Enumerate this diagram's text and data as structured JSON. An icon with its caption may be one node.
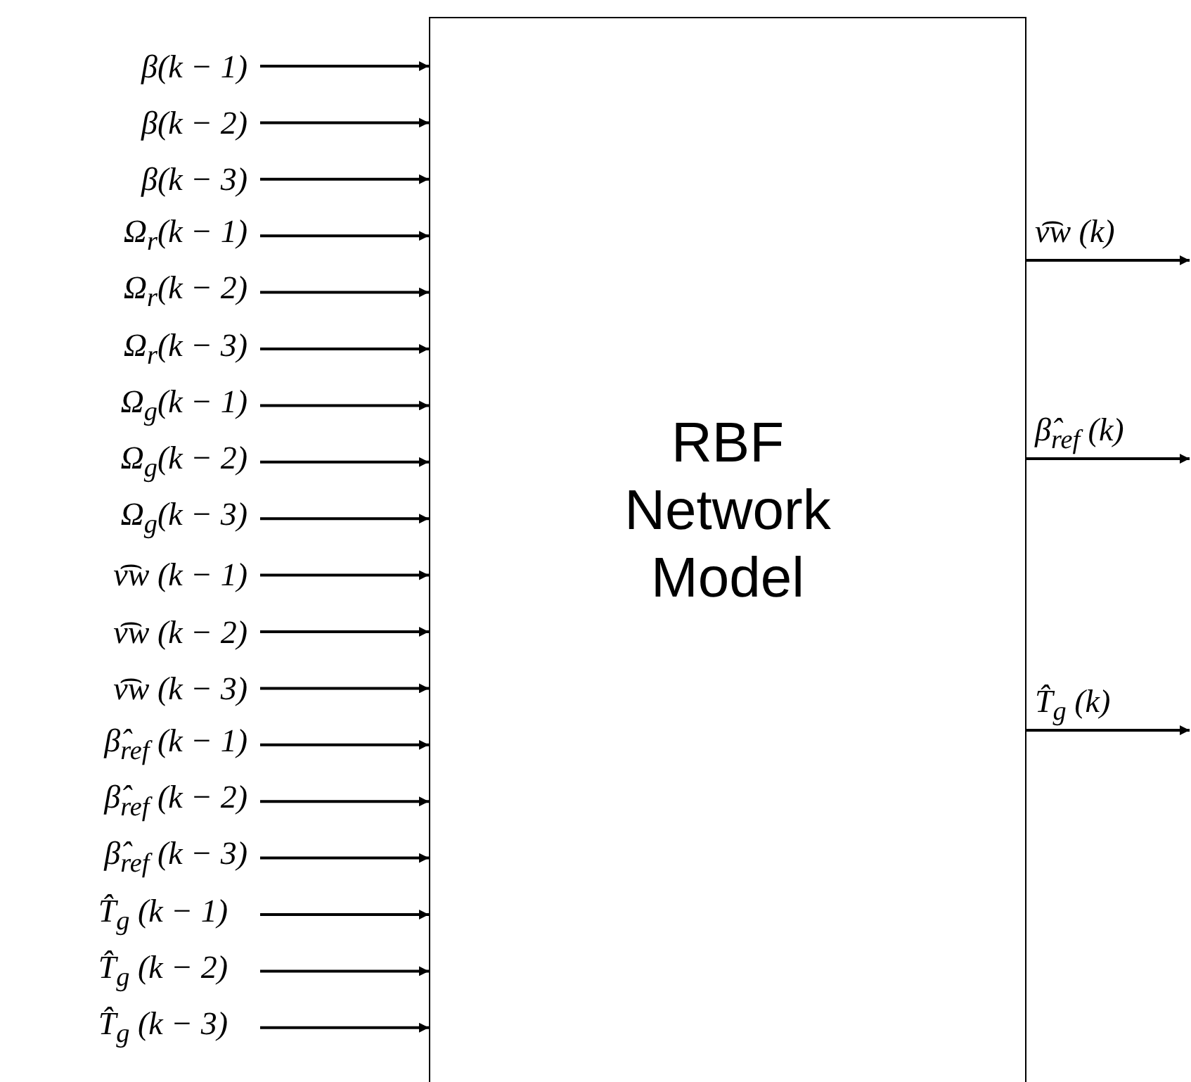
{
  "diagram": {
    "nodes": [
      {
        "text": [
          "RBF Network Model"
        ]
      },
      {
        "text": [
          "β(k − 1)"
        ]
      },
      {
        "text": [
          "β(k − 2)"
        ]
      },
      {
        "text": [
          "β(k − 3)"
        ]
      },
      {
        "text": [
          "Ω$_{r}$(k − 1)"
        ]
      },
      {
        "text": [
          "Ω$_{r}$(k − 2)"
        ]
      },
      {
        "text": [
          "Ω$_{r}$(k − 3)"
        ]
      },
      {
        "text": [
          "Ω$_{g}$(k − 1)"
        ]
      },
      {
        "text": [
          "Ω$_{g}$(k − 2)"
        ]
      },
      {
        "text": [
          "Ω$_{g}$(k − 3)"
        ]
      },
      {
        "text": [
          "v͡w (k − 1)"
        ]
      },
      {
        "text": [
          "v͡w (k − 2)"
        ]
      },
      {
        "text": [
          "v͡w (k − 3)"
        ]
      },
      {
        "text": [
          "β̂$_{ref}$ (k − 1)"
        ]
      },
      {
        "text": [
          "β̂$_{ref}$ (k − 2)"
        ]
      },
      {
        "text": [
          "β̂$_{ref}$ (k − 3)"
        ]
      },
      {
        "text": [
          "T̂$_{g}$ (k − 1)"
        ]
      },
      {
        "text": [
          "T̂$_{g}$ (k − 2)"
        ]
      },
      {
        "text": [
          "T̂$_{g}$ (k − 3)"
        ]
      }
    ],
    "edges": [
      {
        "from": 1,
        "to": 0,
        "arrow": "to"
      },
      {
        "from": 2,
        "to": 0,
        "arrow": "to"
      },
      {
        "from": 3,
        "to": 0,
        "arrow": "to"
      },
      {
        "from": 4,
        "to": 0,
        "arrow": "to"
      },
      {
        "from": 5,
        "to": 0,
        "arrow": "to"
      },
      {
        "from": 6,
        "to": 0,
        "arrow": "to"
      },
      {
        "from": 7,
        "to": 0,
        "arrow": "to"
      },
      {
        "from": 8,
        "to": 0,
        "arrow": "to"
      },
      {
        "from": 9,
        "to": 0,
        "arrow": "to"
      },
      {
        "from": 10,
        "to": 0,
        "arrow": "to"
      },
      {
        "from": 11,
        "to": 0,
        "arrow": "to"
      },
      {
        "from": 12,
        "to": 0,
        "arrow": "to"
      },
      {
        "from": 13,
        "to": 0,
        "arrow": "to"
      },
      {
        "from": 14,
        "to": 0,
        "arrow": "to"
      },
      {
        "from": 15,
        "to": 0,
        "arrow": "to"
      },
      {
        "from": 16,
        "to": 0,
        "arrow": "to"
      },
      {
        "from": 17,
        "to": 0,
        "arrow": "to"
      },
      {
        "from": 18,
        "to": 0,
        "arrow": "to"
      },
      {
        "from": 0,
        "to": null,
        "arrow": "to",
        "label": "v͡w (k)"
      },
      {
        "from": 0,
        "to": null,
        "arrow": "to",
        "label": "β̂$_{ref}$ (k)"
      },
      {
        "from": 0,
        "to": null,
        "arrow": "to",
        "label": "T̂$_{g}$ (k)"
      }
    ]
  }
}
